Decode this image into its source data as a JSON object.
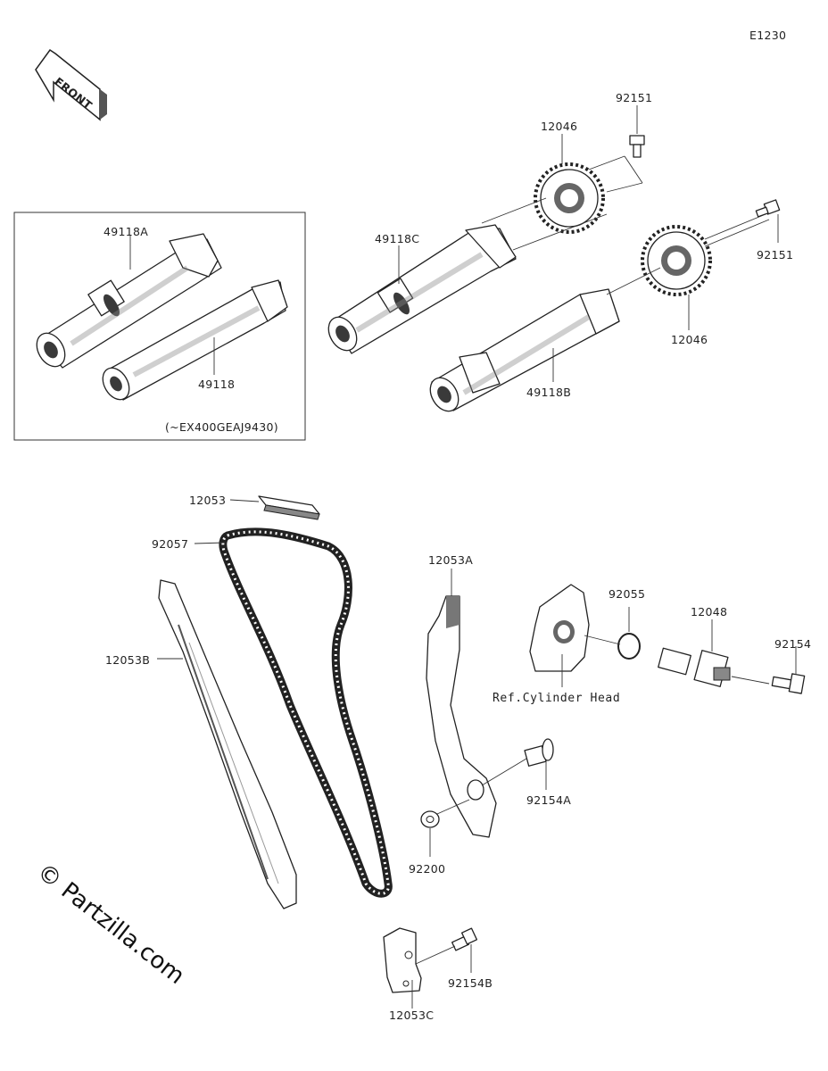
{
  "diagram_code": "E1230",
  "front_label": "FRONT",
  "inset_note": "(~EX400GEAJ9430)",
  "ref_note": "Ref.Cylinder Head",
  "watermark": "© Partzilla.com",
  "parts": {
    "p12046_top": "12046",
    "p12046_bottom": "12046",
    "p92151_top": "92151",
    "p92151_right": "92151",
    "p49118C": "49118C",
    "p49118B": "49118B",
    "p49118A": "49118A",
    "p49118": "49118",
    "p12053": "12053",
    "p92057": "92057",
    "p12053A": "12053A",
    "p12053B": "12053B",
    "p92055": "92055",
    "p12048": "12048",
    "p92154": "92154",
    "p92154A": "92154A",
    "p92200": "92200",
    "p92154B": "92154B",
    "p12053C": "12053C"
  }
}
